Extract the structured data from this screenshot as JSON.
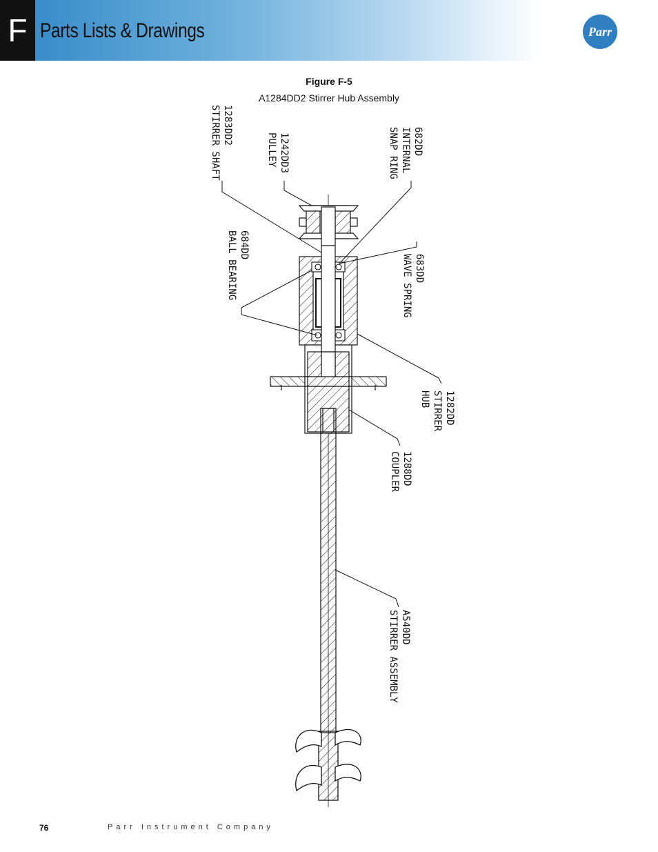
{
  "header": {
    "section_letter": "F",
    "title": "Parts Lists & Drawings",
    "logo_text": "Parr",
    "accent_color": "#2f86c6"
  },
  "figure": {
    "label": "Figure F-5",
    "caption": "A1284DD2 Stirrer Hub Assembly",
    "callouts": {
      "shaft": [
        "1283DD2",
        "STIRRER SHAFT"
      ],
      "pulley": [
        "1242DD3",
        "PULLEY"
      ],
      "snap_ring": [
        "682DD",
        "INTERNAL",
        "SNAP RING"
      ],
      "wave_spring": [
        "683DD",
        "WAVE SPRING"
      ],
      "bearing": [
        "684DD",
        "BALL BEARING"
      ],
      "hub": [
        "1282DD",
        "STIRRER",
        "HUB"
      ],
      "coupler": [
        "1288DD",
        "COUPLER"
      ],
      "stirrer": [
        "A540DD",
        "STIRRER ASSEMBLY"
      ]
    }
  },
  "footer": {
    "page_number": "76",
    "company": "Parr Instrument Company"
  }
}
